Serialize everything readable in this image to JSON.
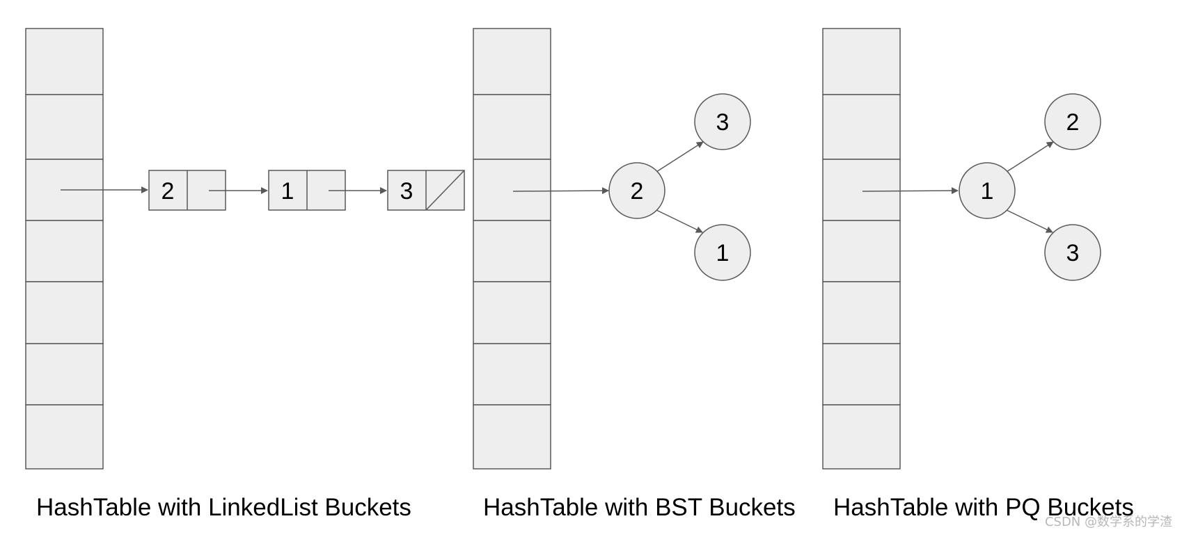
{
  "panels": [
    {
      "caption": "HashTable  with LinkedList Buckets",
      "bucket_type": "linked-list",
      "bucket_count": 7,
      "active_bucket": 2,
      "list_nodes": [
        "2",
        "1",
        "3"
      ]
    },
    {
      "caption": "HashTable  with BST Buckets",
      "bucket_type": "bst",
      "bucket_count": 7,
      "active_bucket": 2,
      "tree": {
        "root": "2",
        "upper_child": "3",
        "lower_child": "1"
      }
    },
    {
      "caption": "HashTable  with PQ Buckets",
      "bucket_type": "pq",
      "bucket_count": 7,
      "active_bucket": 2,
      "tree": {
        "root": "1",
        "upper_child": "2",
        "lower_child": "3"
      }
    }
  ],
  "watermark": "CSDN @数学系的学渣",
  "colors": {
    "fill": "#eeeeee",
    "stroke": "#595959",
    "text": "#000000"
  }
}
